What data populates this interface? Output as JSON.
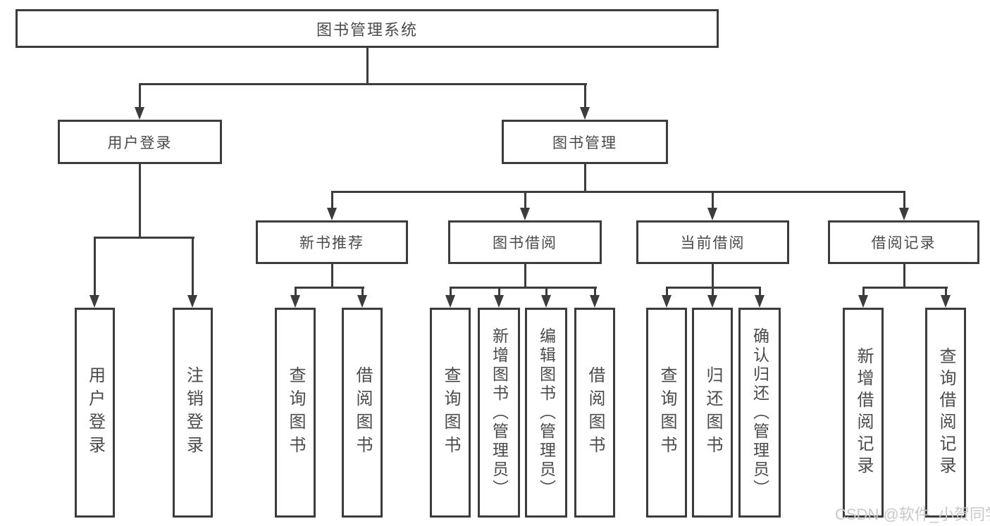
{
  "diagram": {
    "root": {
      "label": "图书管理系统"
    },
    "branches": [
      {
        "label": "用户登录",
        "children": [
          {
            "label": "用户登录"
          },
          {
            "label": "注销登录"
          }
        ]
      },
      {
        "label": "图书管理",
        "children": [
          {
            "label": "新书推荐",
            "children": [
              {
                "label": "查询图书"
              },
              {
                "label": "借阅图书"
              }
            ]
          },
          {
            "label": "图书借阅",
            "children": [
              {
                "label": "查询图书"
              },
              {
                "label": "新增图书（管理员）"
              },
              {
                "label": "编辑图书（管理员）"
              },
              {
                "label": "借阅图书"
              }
            ]
          },
          {
            "label": "当前借阅",
            "children": [
              {
                "label": "查询图书"
              },
              {
                "label": "归还图书"
              },
              {
                "label": "确认归还（管理员）"
              }
            ]
          },
          {
            "label": "借阅记录",
            "children": [
              {
                "label": "新增借阅记录"
              },
              {
                "label": "查询借阅记录"
              }
            ]
          }
        ]
      }
    ]
  },
  "watermark": {
    "text": "CSDN @软件_小贺同学"
  },
  "colors": {
    "line": "#3c3c3c",
    "text": "#4a4a4a",
    "background": "#ffffff",
    "watermark": "#c8c8c8"
  }
}
